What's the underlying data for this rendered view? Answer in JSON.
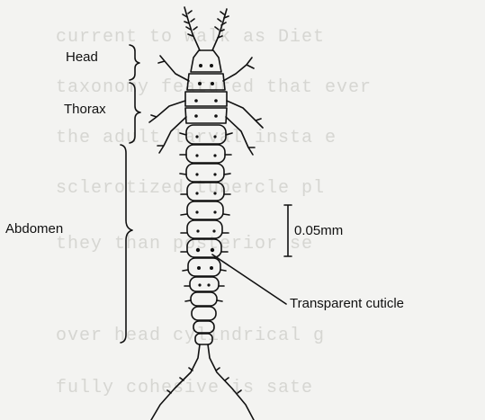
{
  "labels": {
    "head": "Head",
    "thorax": "Thorax",
    "abdomen": "Abdomen",
    "scale": "0.05mm",
    "cuticle": "Transparent cuticle"
  },
  "show_through_text": [
    "current to walk as Diet",
    "taxonomy featured that ever",
    "the adult larval insta e",
    "sclerotized tubercle pl",
    "they than posterior se",
    "over head cylindrical g",
    "fully cohesive is sate"
  ],
  "colors": {
    "ink": "#111111",
    "paper": "#f3f3f1",
    "bleed": "#d6d6d2"
  }
}
